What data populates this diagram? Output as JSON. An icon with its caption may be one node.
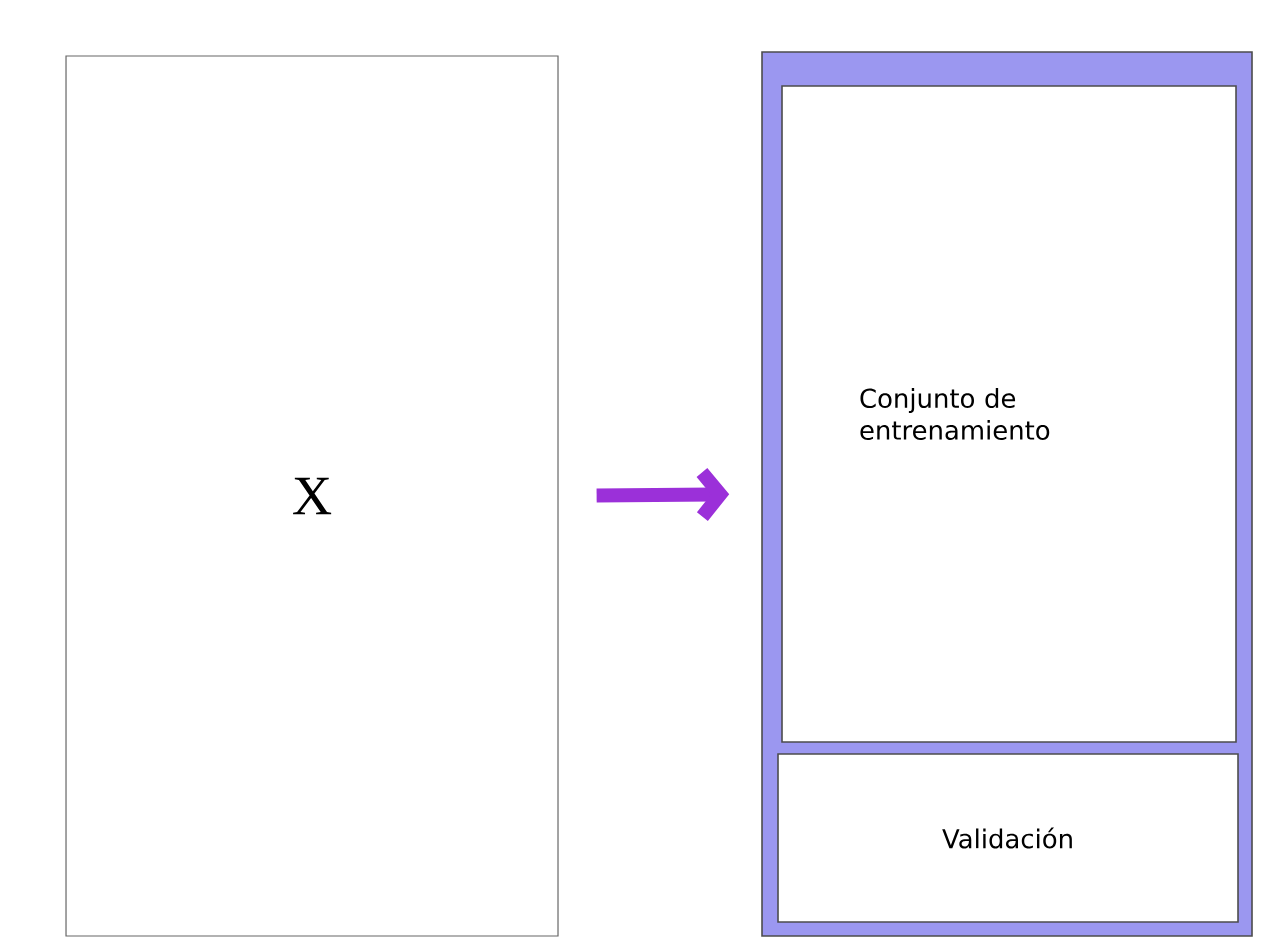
{
  "diagram": {
    "nodes": [
      {
        "text": [
          "X"
        ]
      },
      {
        "text": [],
        "shape": "box"
      },
      {
        "text": [
          "Conjunto de entrenamiento"
        ],
        "in": 1
      },
      {
        "text": [
          "Validación"
        ],
        "in": 1
      }
    ],
    "edges": [
      {
        "from": 0,
        "to": 1,
        "arrow": "to",
        "color": "#9b30d9"
      }
    ]
  }
}
